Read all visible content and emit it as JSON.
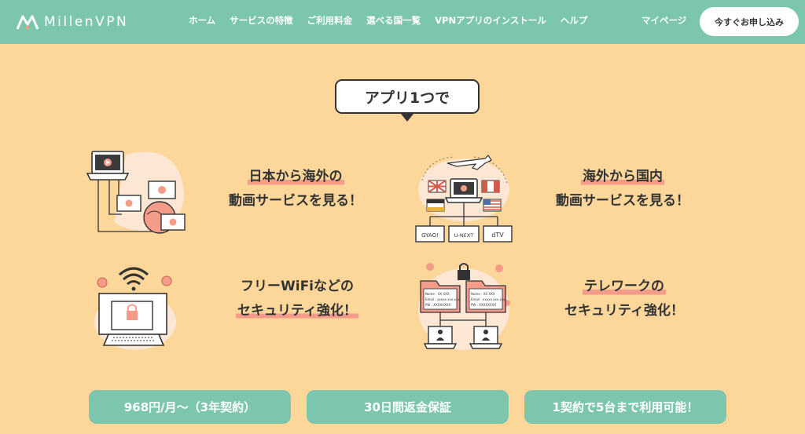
{
  "brand": {
    "name": "MillenVPN"
  },
  "nav": {
    "items": [
      {
        "label": "ホーム"
      },
      {
        "label": "サービスの特徴"
      },
      {
        "label": "ご利用料金"
      },
      {
        "label": "選べる国一覧"
      },
      {
        "label": "VPNアプリのインストール"
      },
      {
        "label": "ヘルプ"
      }
    ],
    "mypage": "マイページ",
    "apply_button": "今すぐお申し込み"
  },
  "heading": "アプリ1つで",
  "features": [
    {
      "line1": "日本から海外の",
      "line2": "動画サービスを見る！"
    },
    {
      "line1": "海外から国内",
      "line2": "動画サービスを見る！"
    },
    {
      "line1": "フリーWiFiなどの",
      "line2": "セキュリティ強化！"
    },
    {
      "line1": "テレワークの",
      "line2": "セキュリティ強化！"
    }
  ],
  "illustrations": {
    "streaming_labels": [
      "GYAO!",
      "U-NEXT",
      "dTV"
    ],
    "profile_card": {
      "name": "Name : XX XXX",
      "email": "Email : xxxxx.xxx.xxx",
      "pw": "PW : XXXXXXXX"
    }
  },
  "highlights": [
    "968円/月～（3年契約）",
    "30日間返金保証",
    "1契約で5台まで利用可能！"
  ],
  "colors": {
    "header": "#7cc6ae",
    "background": "#fdd79a",
    "accent": "#f49b8a",
    "pill": "#7cc6ae"
  }
}
